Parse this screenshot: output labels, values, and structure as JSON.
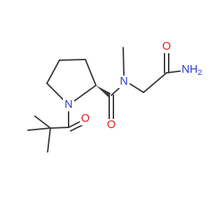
{
  "colors": {
    "background": "#ffffff",
    "bond": "#3a3a3a",
    "nitrogen": "#2f3bd6",
    "oxygen": "#e8221c"
  },
  "atoms": {
    "n_ring": {
      "label": "N",
      "element": "nitrogen"
    },
    "n_amide": {
      "label": "N",
      "element": "nitrogen"
    },
    "nh2": {
      "label": "NH",
      "subscript": "2",
      "element": "nitrogen"
    },
    "o_pivaloyl": {
      "label": "O",
      "element": "oxygen"
    },
    "o_prolyl": {
      "label": "O",
      "element": "oxygen"
    },
    "o_glycyl": {
      "label": "O",
      "element": "oxygen"
    }
  }
}
